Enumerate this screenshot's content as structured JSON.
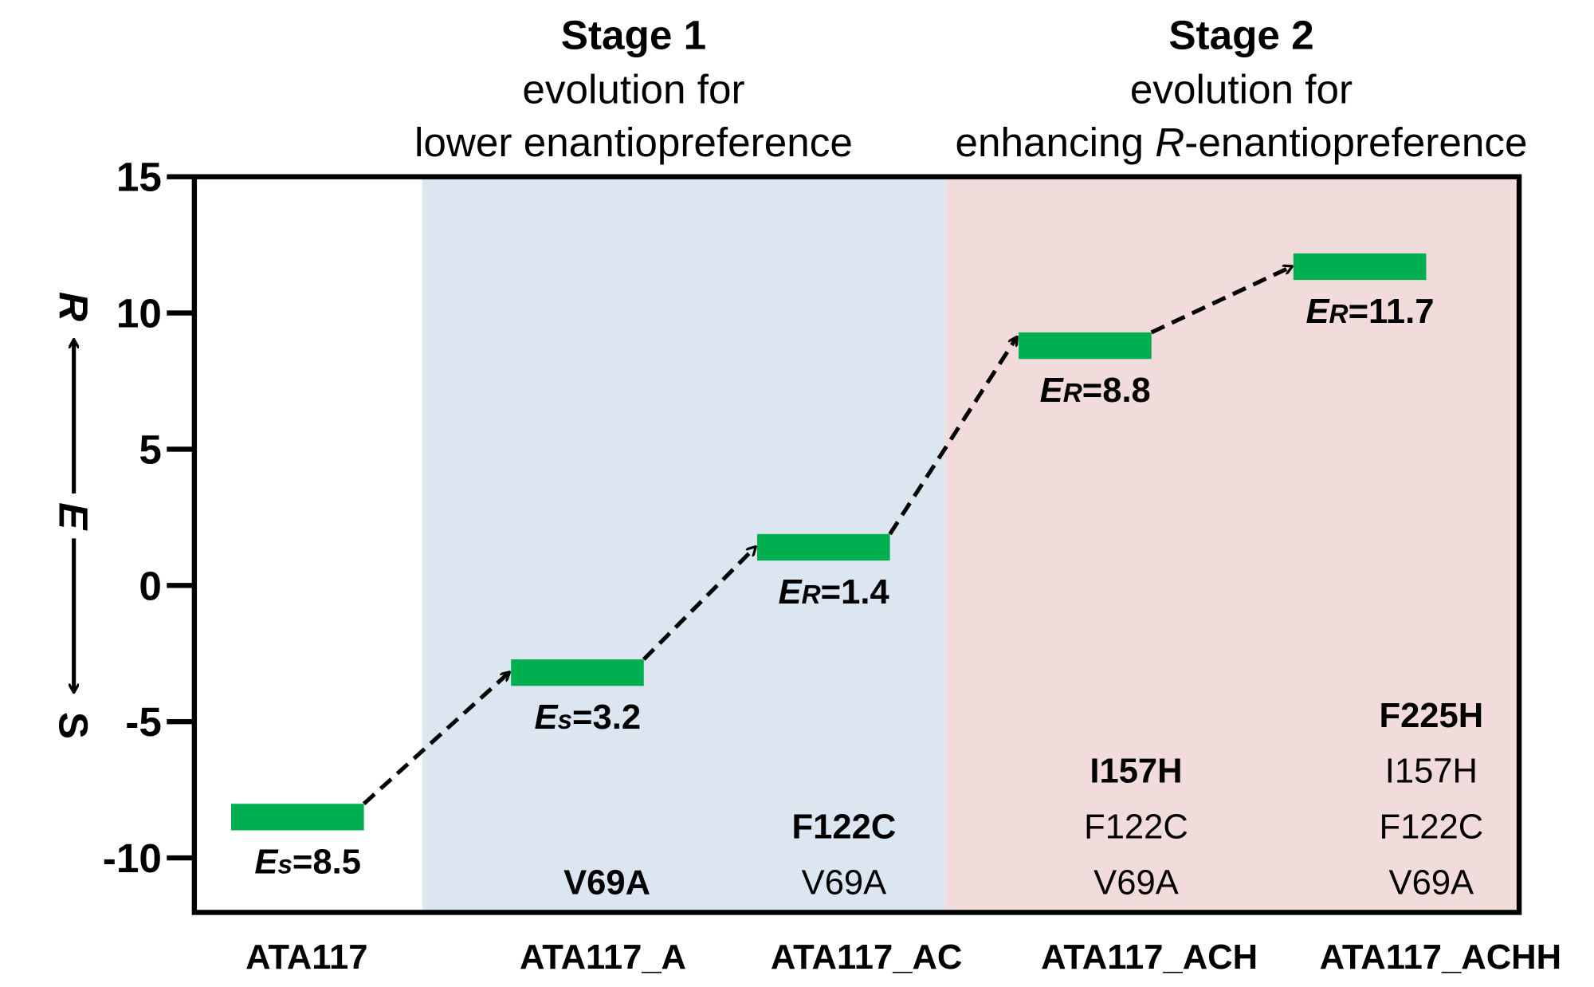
{
  "chart_data": {
    "type": "bar",
    "title": "",
    "ylabel": {
      "top": "R",
      "middle": "E",
      "bottom": "S"
    },
    "ylim": [
      -12,
      15
    ],
    "yticks": [
      15,
      10,
      5,
      0,
      -5,
      -10
    ],
    "stages": [
      {
        "title": "Stage 1",
        "line1": "evolution for",
        "line2": "lower enantiopreference",
        "color": "#dce6f1"
      },
      {
        "title": "Stage 2",
        "line1": "evolution for",
        "line2_pre": "enhancing ",
        "line2_ital": "R",
        "line2_post": "-enantiopreference",
        "color": "#f2dcdb"
      }
    ],
    "categories": [
      "ATA117",
      "ATA117_A",
      "ATA117_AC",
      "ATA117_ACH",
      "ATA117_ACHH"
    ],
    "values": [
      -8.5,
      -3.2,
      1.4,
      8.8,
      11.7
    ],
    "labels": [
      {
        "sym": "E",
        "sub": "s",
        "text": "=8.5"
      },
      {
        "sym": "E",
        "sub": "s",
        "text": "=3.2"
      },
      {
        "sym": "E",
        "sub": "R",
        "text": "=1.4"
      },
      {
        "sym": "E",
        "sub": "R",
        "text": "=8.8"
      },
      {
        "sym": "E",
        "sub": "R",
        "text": "=11.7"
      }
    ],
    "mutations": [
      [],
      [
        {
          "t": "V69A",
          "bold": true
        }
      ],
      [
        {
          "t": "V69A",
          "bold": false
        },
        {
          "t": "F122C",
          "bold": true
        }
      ],
      [
        {
          "t": "V69A",
          "bold": false
        },
        {
          "t": "F122C",
          "bold": false
        },
        {
          "t": "I157H",
          "bold": true
        }
      ],
      [
        {
          "t": "V69A",
          "bold": false
        },
        {
          "t": "F122C",
          "bold": false
        },
        {
          "t": "I157H",
          "bold": false
        },
        {
          "t": "F225H",
          "bold": true
        }
      ]
    ],
    "bar_color": "#00b050"
  }
}
